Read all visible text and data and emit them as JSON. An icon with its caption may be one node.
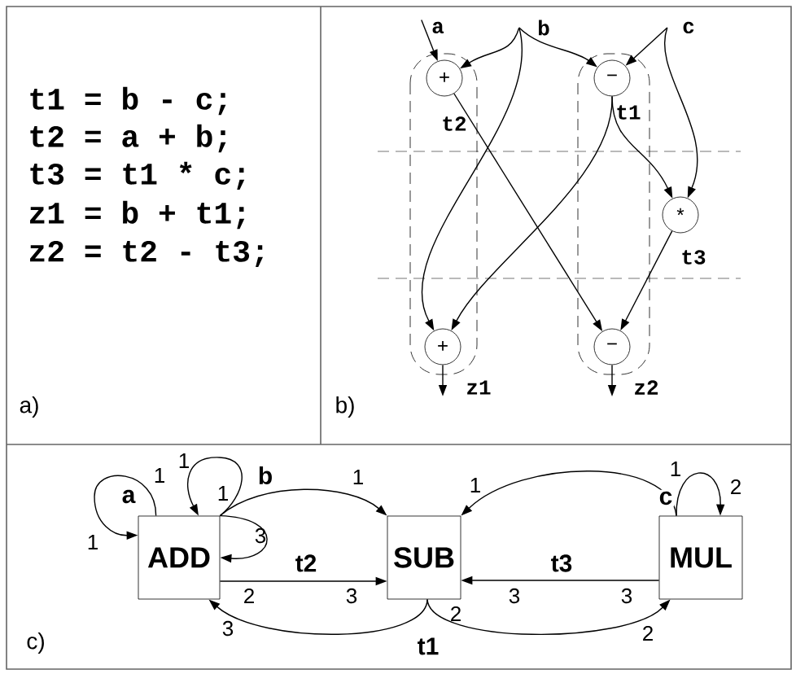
{
  "diagram": {
    "nodes": [
      {
        "text": [
          "a"
        ]
      },
      {
        "text": [
          "b"
        ]
      },
      {
        "text": [
          "c"
        ]
      },
      {
        "text": [
          "+"
        ],
        "beside": [
          "t2"
        ]
      },
      {
        "text": [
          "−"
        ],
        "beside": [
          "t1"
        ]
      },
      {
        "text": [
          "*"
        ],
        "beside": [
          "t3"
        ]
      },
      {
        "text": [
          "+"
        ]
      },
      {
        "text": [
          "−"
        ]
      },
      {
        "text": [
          "z1"
        ]
      },
      {
        "text": [
          "z2"
        ]
      },
      {
        "text": [
          "ADD"
        ]
      },
      {
        "text": [
          "SUB"
        ]
      },
      {
        "text": [
          "MUL"
        ]
      }
    ],
    "edges": [
      {
        "from": 0,
        "to": 3,
        "arrow": "to"
      },
      {
        "from": 1,
        "to": 3,
        "arrow": "to"
      },
      {
        "from": 1,
        "to": 4,
        "arrow": "to"
      },
      {
        "from": 1,
        "to": 6,
        "arrow": "to"
      },
      {
        "from": 2,
        "to": 4,
        "arrow": "to"
      },
      {
        "from": 2,
        "to": 5,
        "arrow": "to"
      },
      {
        "from": 4,
        "to": 5,
        "arrow": "to"
      },
      {
        "from": 4,
        "to": 6,
        "arrow": "to"
      },
      {
        "from": 3,
        "to": 7,
        "arrow": "to"
      },
      {
        "from": 5,
        "to": 7,
        "arrow": "to"
      },
      {
        "from": 6,
        "to": 8,
        "arrow": "to"
      },
      {
        "from": 7,
        "to": 9,
        "arrow": "to"
      },
      {
        "from": 10,
        "to": 10,
        "arrow": "to",
        "label": "a"
      },
      {
        "from": 10,
        "to": 10,
        "arrow": "to",
        "label": "b"
      },
      {
        "from": 10,
        "to": 10,
        "arrow": "to"
      },
      {
        "from": 10,
        "to": 11,
        "arrow": "to"
      },
      {
        "from": 10,
        "to": 11,
        "arrow": "to",
        "label": "t2"
      },
      {
        "from": 12,
        "to": 11,
        "arrow": "to",
        "label": "t3"
      },
      {
        "from": 12,
        "to": 11,
        "arrow": "to",
        "label": "c"
      },
      {
        "from": 12,
        "to": 12,
        "arrow": "to"
      },
      {
        "from": 11,
        "to": 10,
        "arrow": "to",
        "label": "t1"
      },
      {
        "from": 11,
        "to": 12,
        "arrow": "to"
      }
    ],
    "labels": [
      "t1 = b - c;",
      "t2 = a + b;",
      "t3 = t1 * c;",
      "z1 = b + t1;",
      "z2 = t2 - t3;",
      "a)",
      "b)",
      "1",
      "1",
      "1",
      "1",
      "1",
      "1",
      "2",
      "1",
      "3",
      "2",
      "3",
      "3",
      "3",
      "2",
      "3",
      "2",
      "c)"
    ]
  }
}
